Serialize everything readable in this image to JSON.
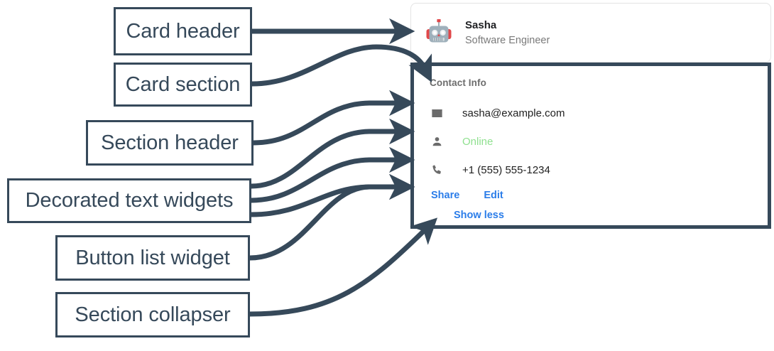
{
  "annotations": {
    "labels": [
      {
        "id": "card-header",
        "text": "Card header"
      },
      {
        "id": "card-section",
        "text": "Card section"
      },
      {
        "id": "section-header",
        "text": "Section header"
      },
      {
        "id": "decorated-text",
        "text": "Decorated text widgets"
      },
      {
        "id": "button-list",
        "text": "Button list widget"
      },
      {
        "id": "collapser",
        "text": "Section collapser"
      }
    ],
    "arrow_color": "#36495a"
  },
  "card": {
    "header": {
      "avatar_icon": "robot-avatar-icon",
      "title": "Sasha",
      "subtitle": "Software Engineer"
    },
    "section": {
      "header": "Contact Info",
      "rows": [
        {
          "icon": "email-icon",
          "value": "sasha@example.com",
          "style": "default"
        },
        {
          "icon": "person-icon",
          "value": "Online",
          "style": "status"
        },
        {
          "icon": "phone-icon",
          "value": "+1 (555) 555-1234",
          "style": "default"
        }
      ],
      "buttons": [
        {
          "label": "Share"
        },
        {
          "label": "Edit"
        }
      ],
      "collapser": {
        "label": "Show less"
      }
    }
  },
  "colors": {
    "link": "#2b7de9",
    "status_online": "#8fe08f",
    "annotation": "#36495a",
    "muted": "#6d6d6d"
  }
}
